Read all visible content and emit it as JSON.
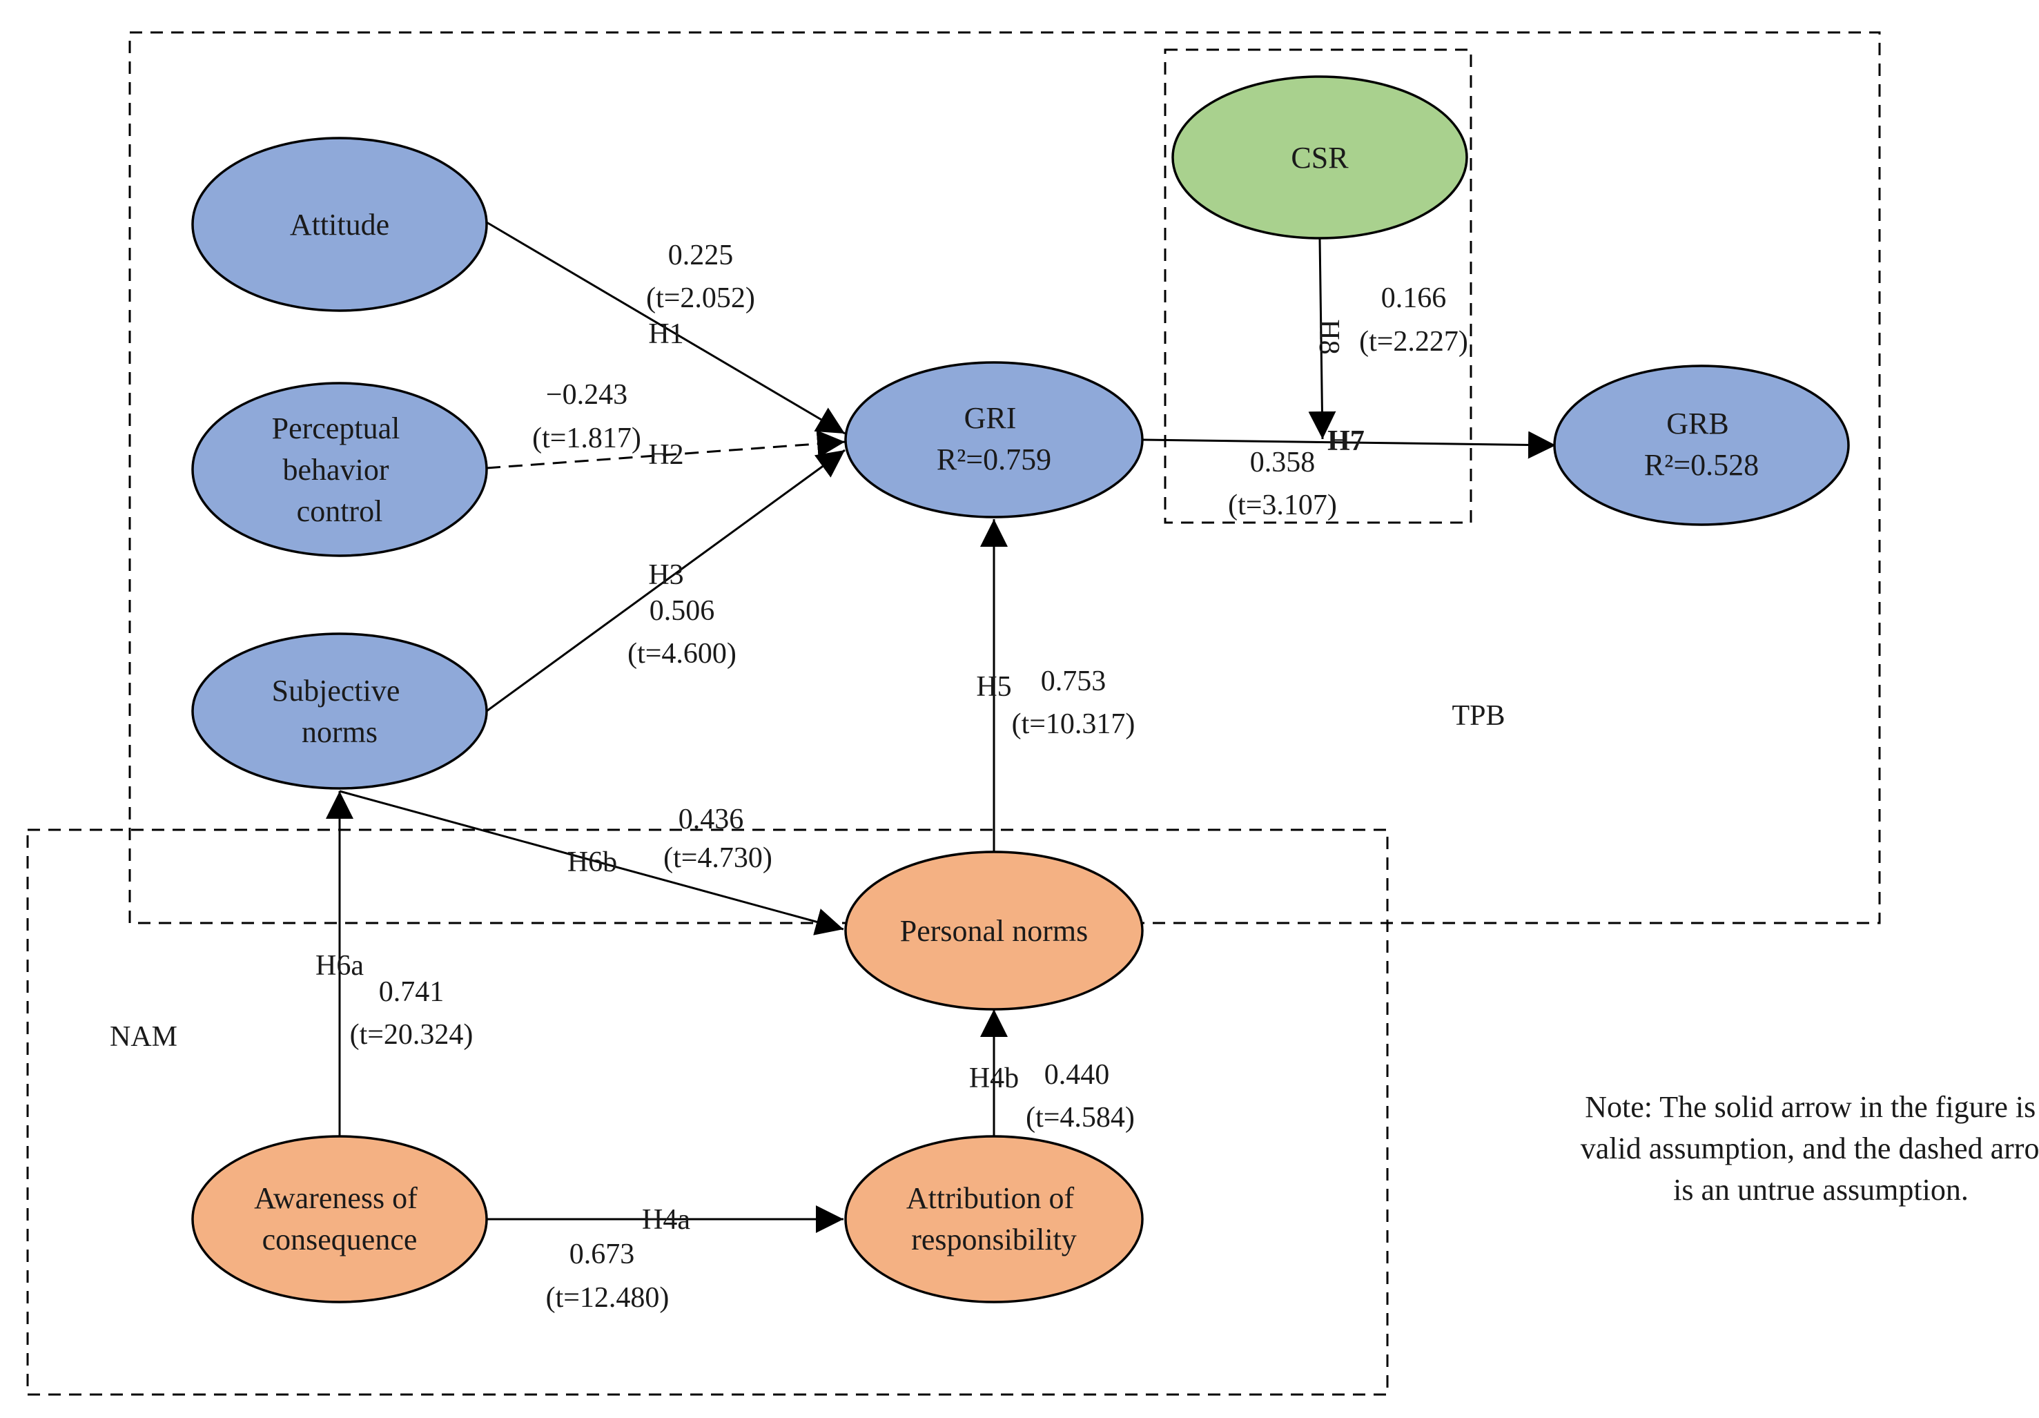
{
  "colors": {
    "tpb_node": "#8FA9D9",
    "nam_node": "#F4B183",
    "csr_node": "#A9D18E",
    "line": "#000000"
  },
  "regions": {
    "tpb": "TPB",
    "nam": "NAM"
  },
  "nodes": {
    "attitude": [
      "Attitude"
    ],
    "pbc": [
      "Perceptual",
      "behavior",
      "control"
    ],
    "subjective": [
      "Subjective",
      "norms"
    ],
    "gri": [
      "GRI",
      "R²=0.759"
    ],
    "csr": [
      "CSR"
    ],
    "grb": [
      "GRB",
      "R²=0.528"
    ],
    "personal": [
      "Personal norms"
    ],
    "awareness": [
      "Awareness of",
      "consequence"
    ],
    "attribution": [
      "Attribution of",
      "responsibility"
    ]
  },
  "edges": {
    "h1": {
      "hyp": "H1",
      "coef": "0.225",
      "t": "(t=2.052)",
      "valid": true
    },
    "h2": {
      "hyp": "H2",
      "coef": "−0.243",
      "t": "(t=1.817)",
      "valid": false
    },
    "h3": {
      "hyp": "H3",
      "coef": "0.506",
      "t": "(t=4.600)",
      "valid": true
    },
    "h4a": {
      "hyp": "H4a",
      "coef": "0.673",
      "t": "(t=12.480)",
      "valid": true
    },
    "h4b": {
      "hyp": "H4b",
      "coef": "0.440",
      "t": "(t=4.584)",
      "valid": true
    },
    "h5": {
      "hyp": "H5",
      "coef": "0.753",
      "t": "(t=10.317)",
      "valid": true
    },
    "h6a": {
      "hyp": "H6a",
      "coef": "0.741",
      "t": "(t=20.324)",
      "valid": true
    },
    "h6b": {
      "hyp": "H6b",
      "coef": "0.436",
      "t": "(t=4.730)",
      "valid": true
    },
    "h7": {
      "hyp": "H7",
      "coef": "0.358",
      "t": "(t=3.107)",
      "valid": true
    },
    "h8": {
      "hyp": "H8",
      "coef": "0.166",
      "t": "(t=2.227)",
      "valid": true
    }
  },
  "note": [
    "Note: The solid arrow in the figure is a",
    "valid assumption, and the dashed arrow",
    "is an untrue assumption."
  ]
}
